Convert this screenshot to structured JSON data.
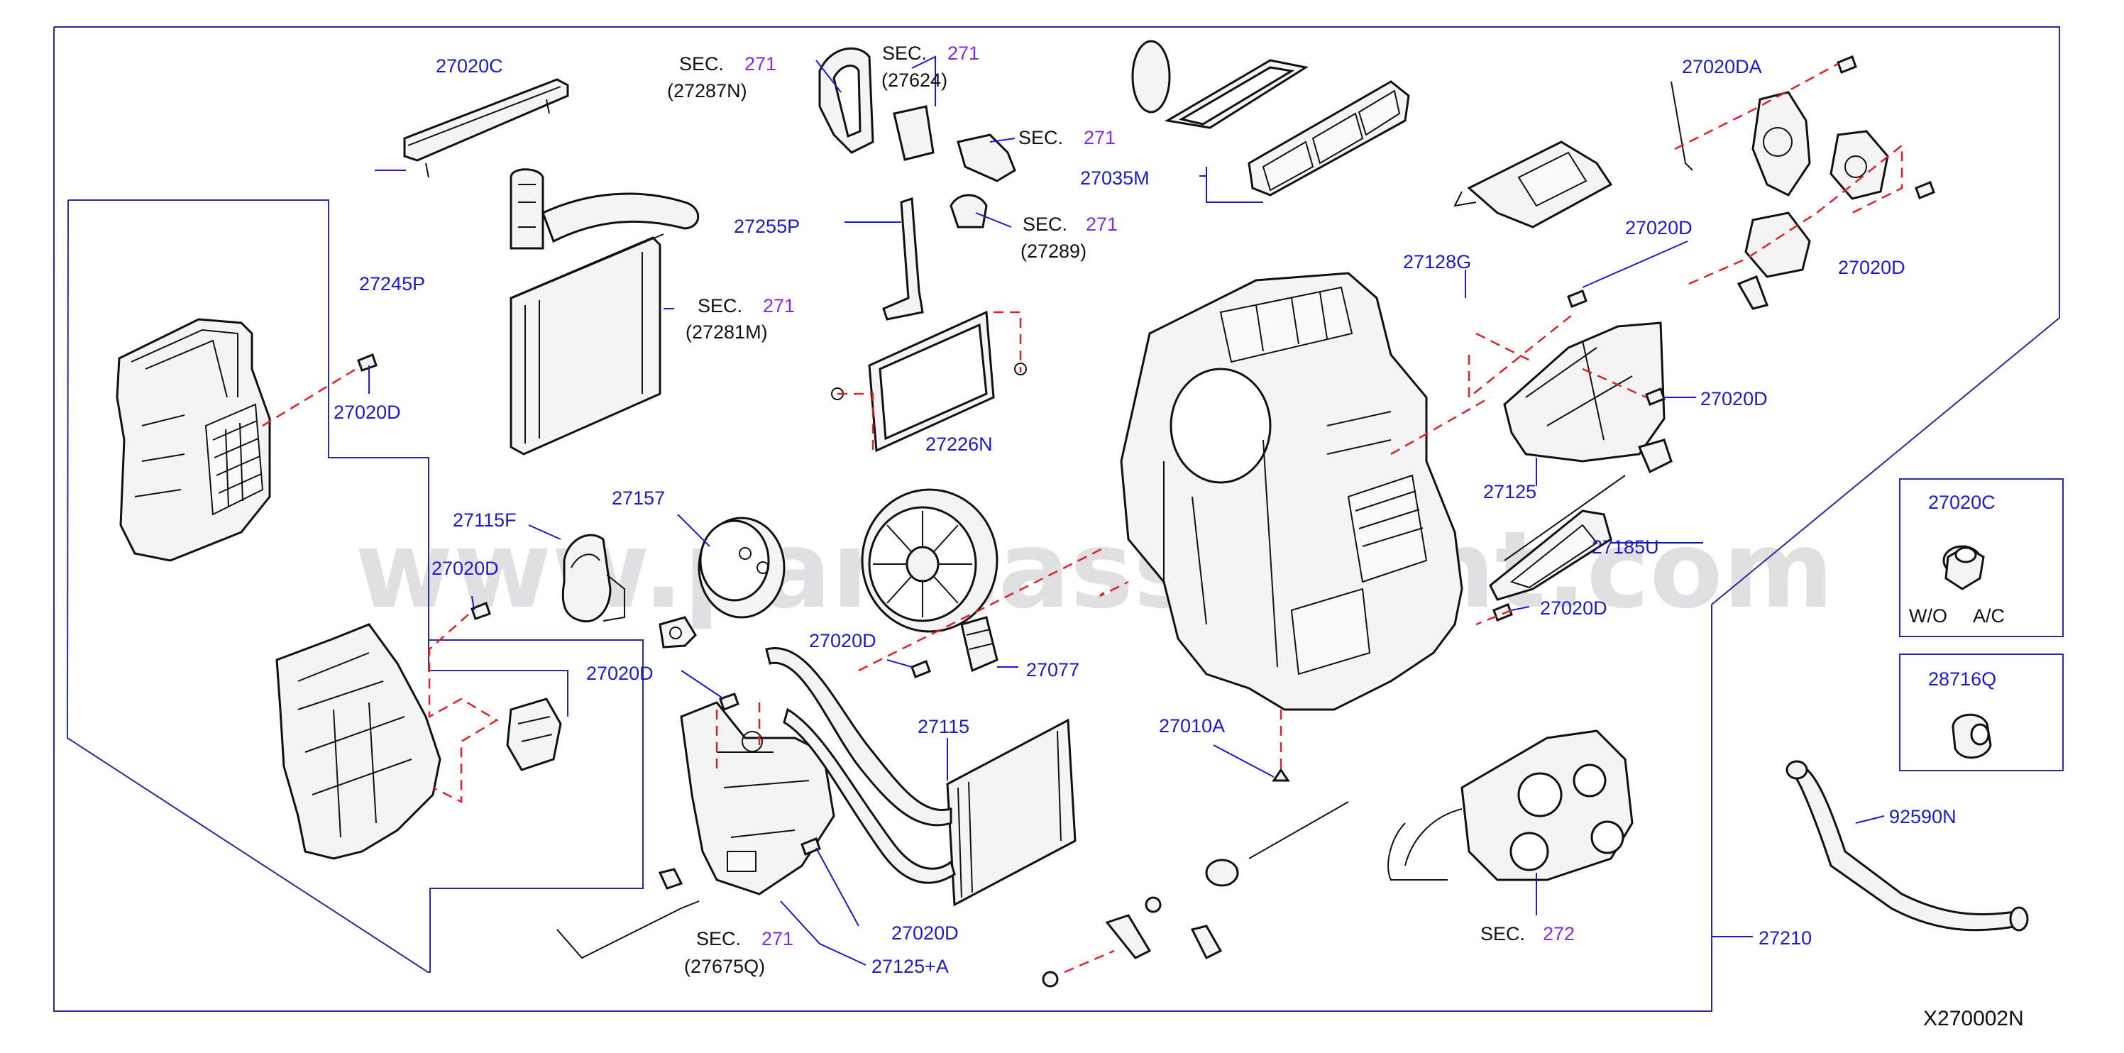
{
  "watermark": "www.partsassistant.com",
  "diagram_code": "X270002N",
  "callouts": {
    "c27020C_top": "27020C",
    "c27245P": "27245P",
    "c27020D_a": "27020D",
    "c27115F": "27115F",
    "c27020D_b": "27020D",
    "c27157": "27157",
    "c27020D_c": "27020D",
    "c27255P": "27255P",
    "c27226N": "27226N",
    "c27020D_d": "27020D",
    "c27077": "27077",
    "c27115": "27115",
    "c27020D_e": "27020D",
    "c27125A": "27125+A",
    "c27035M": "27035M",
    "c27128G": "27128G",
    "c27020D_f": "27020D",
    "c27020DA": "27020DA",
    "c27020D_g": "27020D",
    "c27020D_h": "27020D",
    "c27125": "27125",
    "c27185U": "27185U",
    "c27020D_i": "27020D",
    "c27010A": "27010A",
    "c27210": "27210",
    "c92590N": "92590N"
  },
  "sections": {
    "sec_label": "SEC.",
    "s1": {
      "sec": "271",
      "ref": "(27287N)"
    },
    "s2": {
      "sec": "271",
      "ref": "(27624)"
    },
    "s3": {
      "sec": "271",
      "ref": ""
    },
    "s4": {
      "sec": "271",
      "ref": "(27289)"
    },
    "s5": {
      "sec": "271",
      "ref": "(27281M)"
    },
    "s6": {
      "sec": "271",
      "ref": "(27675Q)"
    },
    "s7": {
      "sec": "272",
      "ref": ""
    }
  },
  "insets": {
    "inset1": {
      "part": "27020C",
      "opt1": "W/O",
      "opt2": "A/C"
    },
    "inset2": {
      "part": "28716Q"
    }
  }
}
